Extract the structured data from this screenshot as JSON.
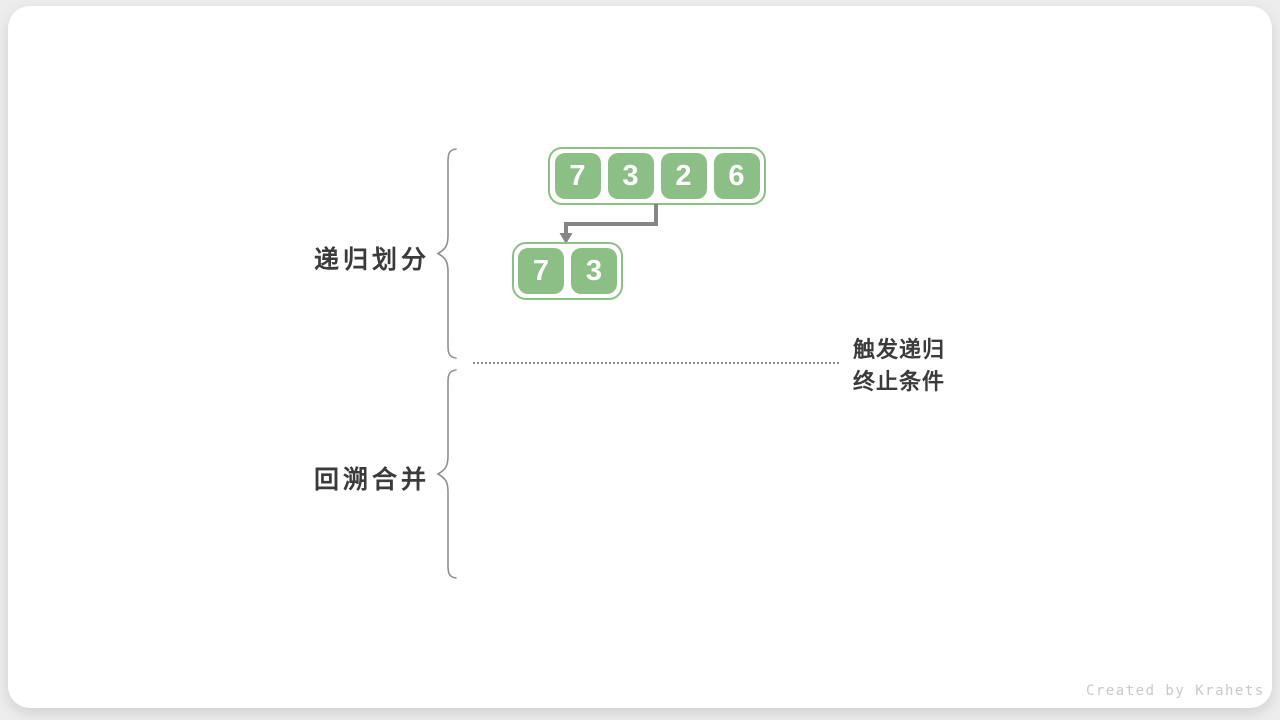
{
  "diagram": {
    "phase_labels": [
      {
        "id": "divide",
        "label": "递归划分"
      },
      {
        "id": "merge",
        "label": "回溯合并"
      }
    ],
    "termination": {
      "line1": "触发递归",
      "line2": "终止条件"
    },
    "arrays": [
      {
        "name": "level-1",
        "values": [
          "7",
          "3",
          "2",
          "6"
        ]
      },
      {
        "name": "level-2",
        "values": [
          "7",
          "3"
        ]
      }
    ],
    "colors": {
      "cell_green": "#8cbf85",
      "arrow_gray": "#868686",
      "brace_gray": "#909090",
      "label_dark": "#3b3b3b",
      "dotted_gray": "#8f8f8f",
      "watermark_gray": "#c9c9c9",
      "card_background": "#ffffff",
      "page_background": "#ededed"
    }
  },
  "watermark": "Created by Krahets"
}
